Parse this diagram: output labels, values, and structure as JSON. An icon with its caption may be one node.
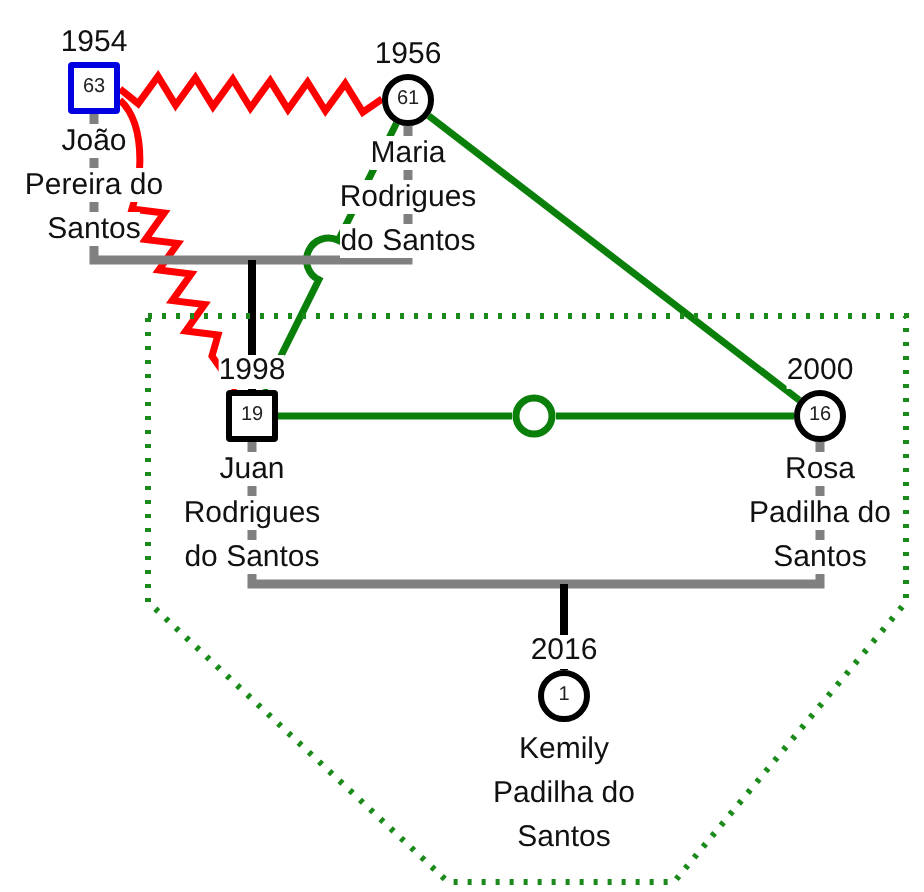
{
  "diagram": {
    "nodes": [
      {
        "text": [
          "63"
        ],
        "beside": [
          "1954",
          "João Pereira do Santos"
        ]
      },
      {
        "text": [
          "61"
        ],
        "beside": [
          "1956",
          "Maria Rodrigues do Santos"
        ]
      },
      {
        "text": [],
        "shape": "pentagon"
      },
      {
        "text": [
          "19"
        ],
        "beside": [
          "1998",
          "Juan Rodrigues do Santos"
        ],
        "in": 2
      },
      {
        "text": [],
        "shape": "circle",
        "in": 2
      },
      {
        "text": [
          "16"
        ],
        "beside": [
          "2000",
          "Rosa Padilha do Santos"
        ],
        "in": 2
      },
      {
        "text": [
          "1"
        ],
        "beside": [
          "2016",
          "Kemily Padilha do Santos"
        ],
        "in": 2
      }
    ],
    "edges": [
      {
        "from": 0,
        "to": 1,
        "arrow": "none",
        "color": "#ff0000"
      },
      {
        "from": 0,
        "to": 3,
        "arrow": "none",
        "color": "#ff0000"
      },
      {
        "from": 1,
        "to": 3,
        "arrow": "none",
        "color": "#0a800a"
      },
      {
        "from": 1,
        "to": 5,
        "arrow": "none",
        "color": "#0a800a"
      },
      {
        "from": 3,
        "to": 4,
        "arrow": "none",
        "color": "#0a800a"
      },
      {
        "from": 4,
        "to": 5,
        "arrow": "none",
        "color": "#0a800a"
      },
      {
        "from": 0,
        "to": 1,
        "arrow": "none",
        "color": "#808080"
      },
      {
        "from": null,
        "to": 3,
        "arrow": "none",
        "color": "#000000"
      },
      {
        "from": 3,
        "to": 5,
        "arrow": "none",
        "color": "#808080"
      },
      {
        "from": null,
        "to": 6,
        "arrow": "none",
        "color": "#000000"
      }
    ]
  }
}
